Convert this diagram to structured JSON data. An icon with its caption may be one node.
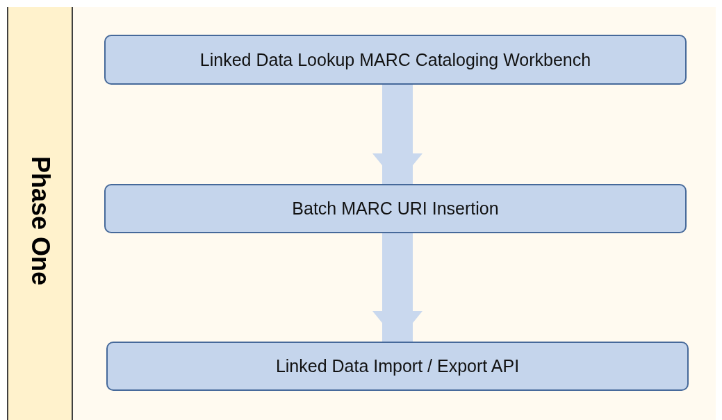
{
  "diagram": {
    "nodes": [
      {
        "text": [
          "Phase One"
        ]
      },
      {
        "text": [
          "Linked Data Lookup MARC Cataloging Workbench"
        ],
        "in": 0
      },
      {
        "text": [
          "Batch MARC URI Insertion"
        ],
        "in": 0
      },
      {
        "text": [
          "Linked Data Import / Export API"
        ],
        "in": 0
      }
    ],
    "edges": [
      {
        "from": 1,
        "to": 2,
        "arrow": "to"
      },
      {
        "from": 2,
        "to": 3,
        "arrow": "to"
      }
    ]
  }
}
